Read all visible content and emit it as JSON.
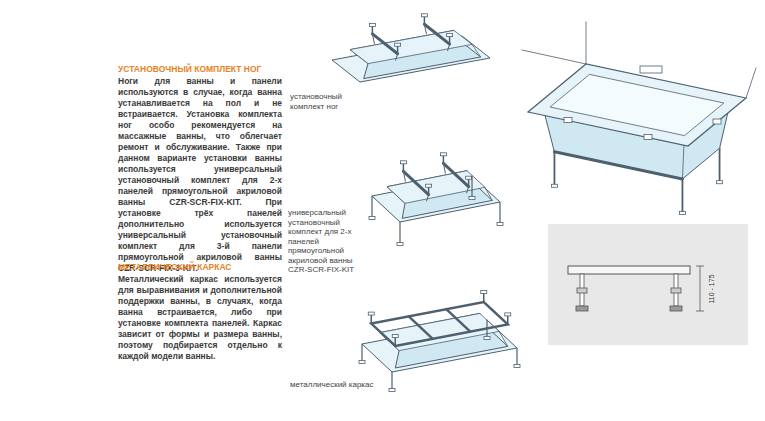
{
  "diagram": {
    "labels": [
      "УСТАНОВОЧНЫЙ КОМПЛЕКТ НОГ",
      "Ноги для ванны и панели используются в случае, когда ванна устанавливается на пол и не встраивается. Установка комплекта ног особо рекомендуется на массажные ванны, что облегчает ремонт и обслуживание. Также при данном варианте установки ванны используется универсальный установочный комплект для 2-х панелей прямоугольной акриловой ванны CZR-SCR-FIX-KIT. При установке трёх панелей дополнительно используется универсальный установочный комплект для 3-й панели прямоугольной акриловой ванны CZR-SCR-FIX-3-KIT.",
      "МЕТАЛЛИЧЕСКИЙ КАРКАС",
      "Металлический каркас используется для выравнивания и дополнительной поддержки ванны, в случаях, когда ванна встраивается, либо при установке комплекта панелей. Каркас зависит от формы и размера ванны, поэтому подбирается отдельно к каждой модели ванны.",
      "установочный комплект ног",
      "универсальный установочный комплект для 2-х панелей прямоугольной акриловой ванны CZR-SCR-FIX-KIT",
      "металлический каркас",
      "110 - 175"
    ]
  }
}
